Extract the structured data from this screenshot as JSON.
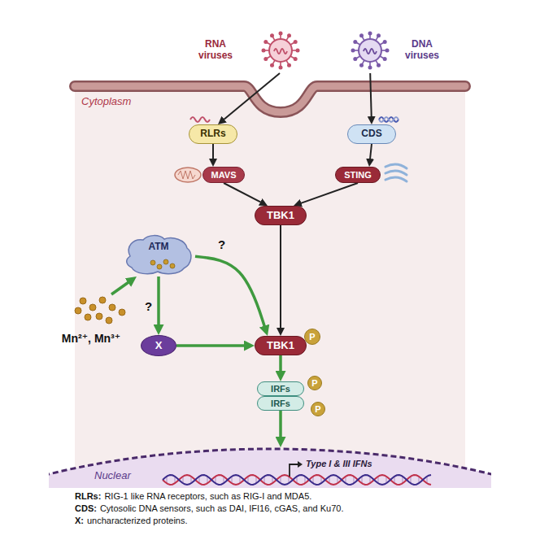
{
  "diagram": {
    "nodes": [
      {
        "text": [
          "RNA viruses"
        ]
      },
      {
        "text": [
          "DNA viruses"
        ]
      },
      {
        "text": [
          "Cytoplasm"
        ]
      },
      {
        "text": [
          "RLRs"
        ],
        "in": 2
      },
      {
        "text": [
          "CDS"
        ],
        "in": 2
      },
      {
        "text": [
          "MAVS"
        ],
        "in": 2
      },
      {
        "text": [
          "STING"
        ],
        "in": 2
      },
      {
        "text": [
          "TBK1"
        ],
        "in": 2
      },
      {
        "text": [
          "ATM"
        ],
        "in": 2
      },
      {
        "text": [
          "Mn²⁺, Mn³⁺"
        ],
        "in": 2
      },
      {
        "text": [
          "X"
        ],
        "in": 2
      },
      {
        "text": [
          "TBK1"
        ],
        "in": 2
      },
      {
        "text": [
          "P"
        ],
        "in": 2
      },
      {
        "text": [
          "IRFs"
        ],
        "in": 2
      },
      {
        "text": [
          "P"
        ],
        "in": 2
      },
      {
        "text": [
          "IRFs"
        ],
        "in": 2
      },
      {
        "text": [
          "P"
        ],
        "in": 2
      },
      {
        "text": [
          "Type I & III IFNs",
          "Nuclear"
        ],
        "in": 2
      }
    ],
    "edges": [
      {
        "from": 0,
        "to": 3,
        "arrow": "to"
      },
      {
        "from": 1,
        "to": 4,
        "arrow": "to"
      },
      {
        "from": 3,
        "to": 5,
        "arrow": "to"
      },
      {
        "from": 4,
        "to": 6,
        "arrow": "to"
      },
      {
        "from": 5,
        "to": 7,
        "arrow": "to"
      },
      {
        "from": 6,
        "to": 7,
        "arrow": "to"
      },
      {
        "from": 7,
        "to": 11,
        "arrow": "to"
      },
      {
        "from": 9,
        "to": 8,
        "arrow": "to"
      },
      {
        "from": 8,
        "to": 11,
        "label": "?",
        "arrow": "to"
      },
      {
        "from": 8,
        "to": 10,
        "label": "?",
        "arrow": "to"
      },
      {
        "from": 10,
        "to": 11,
        "arrow": "to"
      },
      {
        "from": 11,
        "to": 13,
        "arrow": "to"
      },
      {
        "from": 15,
        "to": 17,
        "arrow": "to"
      }
    ],
    "labels": [
      "RLRs:",
      "RIG-1 like RNA receptors, such as RIG-I and MDA5.",
      "CDS:",
      "Cytosolic DNA sensors, such as DAI, IFI16, cGAS, and Ku70.",
      "X:",
      "uncharacterized proteins."
    ]
  }
}
